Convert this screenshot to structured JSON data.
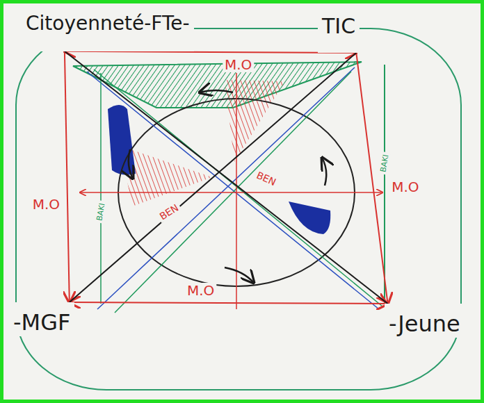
{
  "diagram": {
    "nodes": [
      {
        "text": [
          "Citoyenneté-FTe-"
        ]
      },
      {
        "text": [
          "TIC"
        ]
      },
      {
        "text": [
          "-MGF"
        ]
      },
      {
        "text": [
          "-Jeune"
        ]
      }
    ],
    "edges": [
      {
        "from": 0,
        "to": 1,
        "arrow": "both",
        "label": "M.O"
      },
      {
        "from": 0,
        "to": 2,
        "arrow": "to",
        "label": "M.O"
      },
      {
        "from": 1,
        "to": 3,
        "arrow": "to",
        "label": "M.O"
      },
      {
        "from": 2,
        "to": 3,
        "arrow": "both",
        "label": "M.O"
      },
      {
        "from": 0,
        "to": 3,
        "arrow": "none"
      },
      {
        "from": 1,
        "to": 2,
        "arrow": "none"
      }
    ],
    "labels": [
      "BEN",
      "BEN",
      "BAKI",
      "BAKI"
    ]
  }
}
